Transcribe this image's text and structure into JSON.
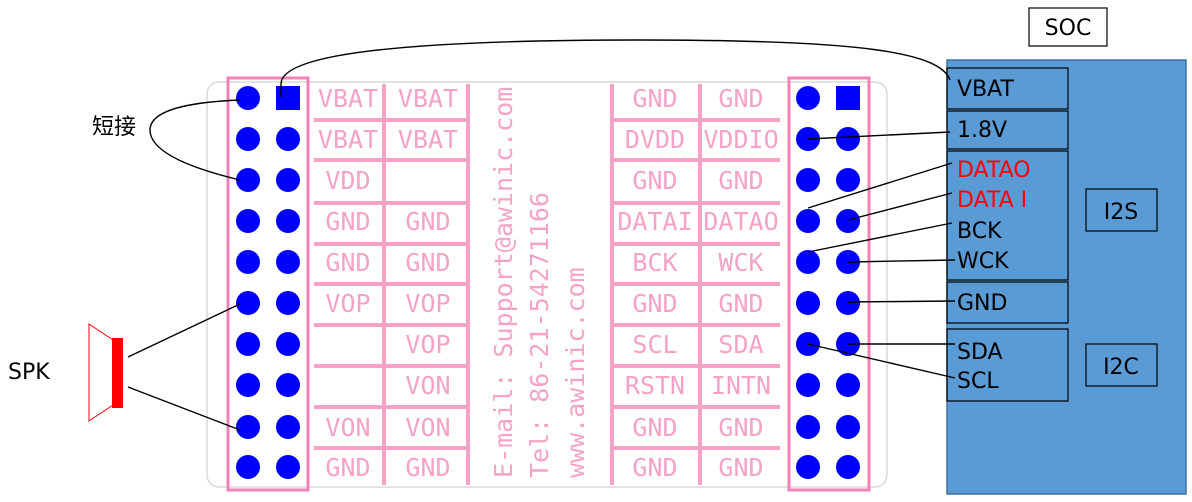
{
  "annotations": {
    "short_label": "短接",
    "speaker_label": "SPK"
  },
  "board": {
    "left_columns": [
      [
        "VBAT",
        "VBAT",
        "VDD",
        "GND",
        "GND",
        "VOP",
        "",
        "",
        "VON",
        "GND"
      ],
      [
        "VBAT",
        "VBAT",
        "",
        "GND",
        "GND",
        "VOP",
        "VOP",
        "VON",
        "VON",
        "GND"
      ]
    ],
    "right_columns": [
      [
        "GND",
        "DVDD",
        "GND",
        "DATAI",
        "BCK",
        "GND",
        "SCL",
        "RSTN",
        "GND",
        "GND"
      ],
      [
        "GND",
        "VDDIO",
        "GND",
        "DATAO",
        "WCK",
        "GND",
        "SDA",
        "INTN",
        "GND",
        "GND"
      ]
    ],
    "vertical_text": [
      "E-mail: Support@awinic.com",
      "Tel: 86-21-54271166",
      "www.awinic.com"
    ]
  },
  "soc": {
    "title": "SOC",
    "pins": [
      "VBAT",
      "1.8V",
      "DATAO",
      "DATA I",
      "BCK",
      "WCK",
      "GND",
      "SDA",
      "SCL"
    ],
    "groups": [
      "I2S",
      "I2C"
    ]
  },
  "colors": {
    "pin_blue": "#0000ff",
    "silkscreen_pink": "#f4a3c6",
    "frame_pink": "#f080b8",
    "soc_blue": "#5b9bd5",
    "warn_red": "#ff0000"
  }
}
